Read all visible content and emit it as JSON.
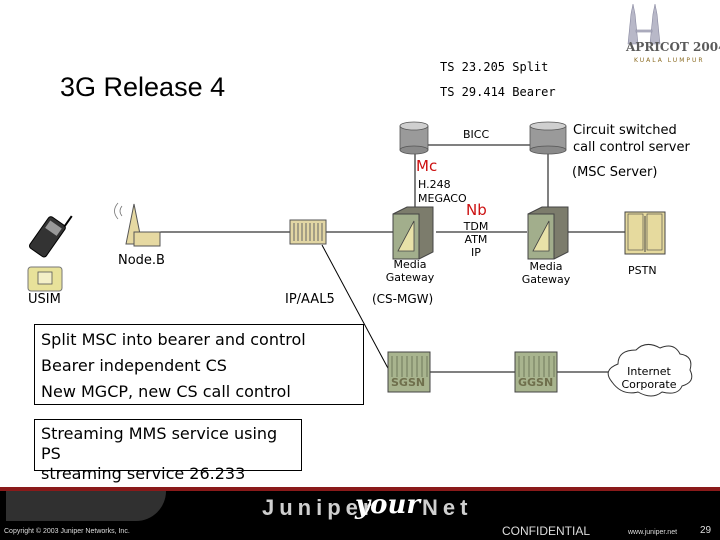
{
  "slide": {
    "title": "3G Release 4",
    "page_number": "29"
  },
  "logo": {
    "apricot": "APRICOT 2004",
    "city": "KUALA LUMPUR"
  },
  "specs": {
    "split": "TS 23.205 Split",
    "bearer": "TS 29.414 Bearer"
  },
  "diagram": {
    "bicc": "BICC",
    "cs_server_line1": "Circuit switched",
    "cs_server_line2": "call control server",
    "msc_server": "(MSC Server)",
    "mc": "Mc",
    "h248": "H.248",
    "megaco": "MEGACO",
    "nb": "Nb",
    "tdm": "TDM",
    "atm": "ATM",
    "ip": "IP",
    "mg1_line1": "Media",
    "mg1_line2": "Gateway",
    "mg2_line1": "Media",
    "mg2_line2": "Gateway",
    "pstn": "PSTN",
    "nodeb": "Node.B",
    "usim": "USIM",
    "ip_aal5": "IP/AAL5",
    "cs_mgw": "(CS-MGW)",
    "sgsn": "SGSN",
    "ggsn": "GGSN",
    "internet": "Internet",
    "corporate": "Corporate"
  },
  "bullets": [
    "Split MSC into bearer and control",
    "Bearer independent CS",
    "New MGCP, new CS call control"
  ],
  "streaming": [
    "Streaming MMS service using PS",
    "streaming service  26.233"
  ],
  "footer": {
    "brand": "Juniper",
    "brand_your": "your",
    "brand_net": "Net",
    "copyright": "Copyright © 2003 Juniper Networks, Inc.",
    "confidential": "CONFIDENTIAL",
    "url": "www.juniper.net"
  },
  "colors": {
    "accent_red": "#cc1111",
    "equipment_tan": "#e8dcae",
    "gateway_green": "#9aa684",
    "footer_bg": "#000000"
  }
}
